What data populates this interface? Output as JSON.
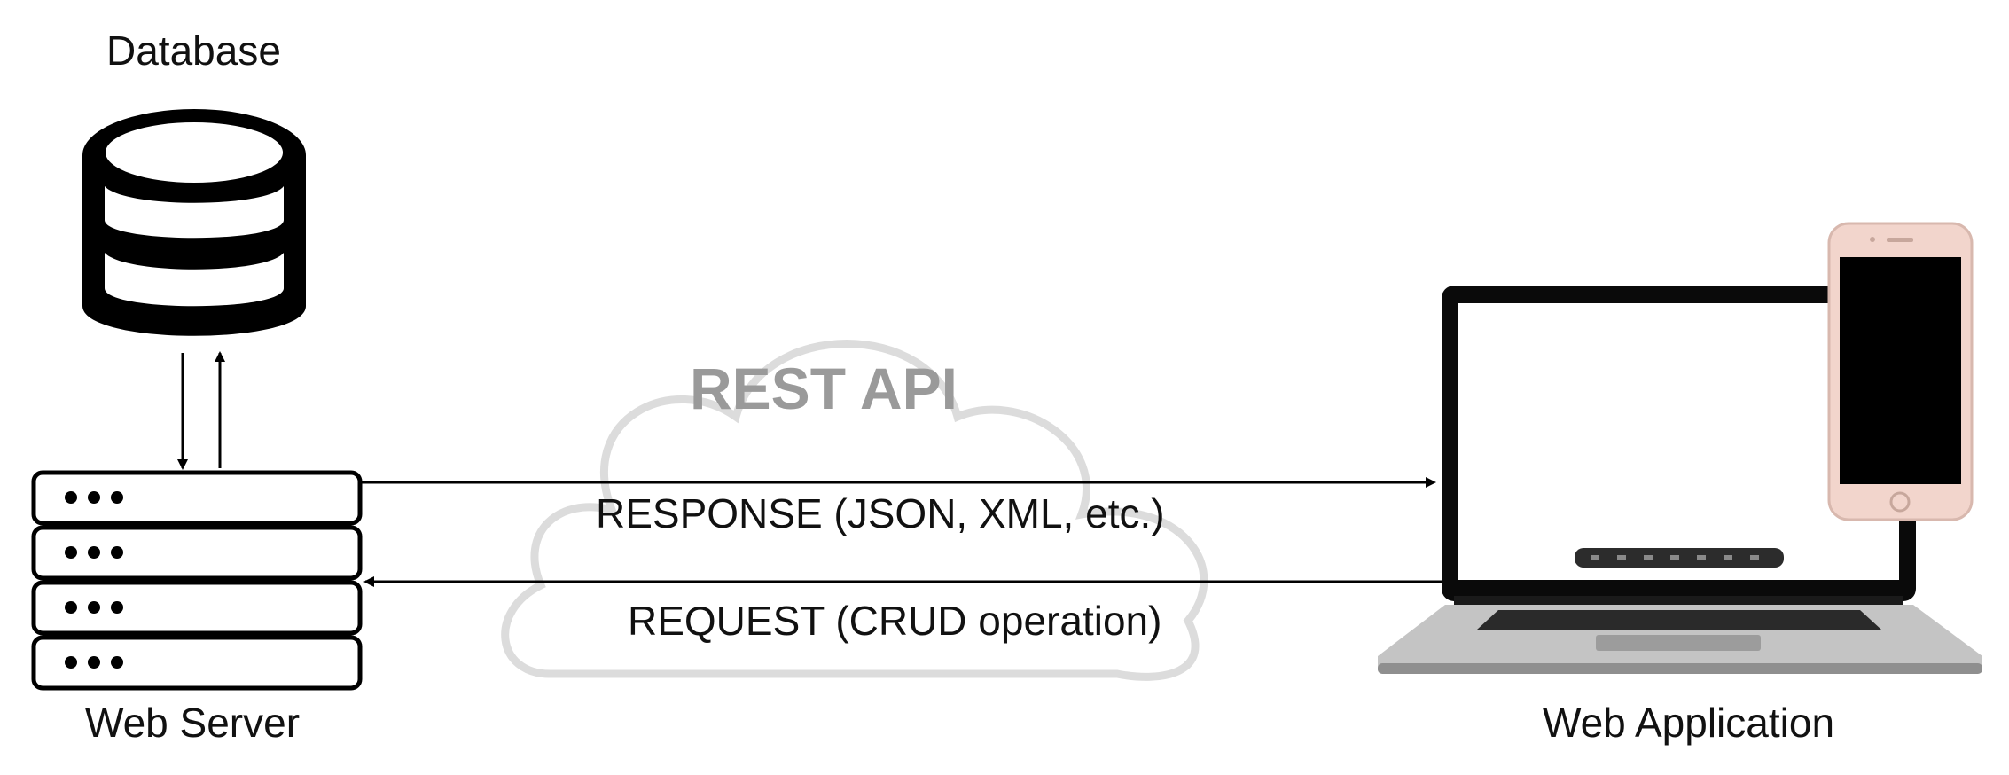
{
  "labels": {
    "database": "Database",
    "web_server": "Web Server",
    "web_application": "Web Application",
    "cloud_title": "REST API",
    "response": "RESPONSE (JSON, XML, etc.)",
    "request": "REQUEST (CRUD operation)"
  },
  "colors": {
    "ink": "#000000",
    "cloud_outline": "#d9d9d9",
    "cloud_text": "#9a9a9a",
    "laptop_body": "#b9b9b9",
    "phone_frame": "#f3d7cf"
  },
  "icons": {
    "database": "database-icon",
    "server": "server-stack-icon",
    "cloud": "cloud-icon",
    "laptop": "laptop-icon",
    "phone": "smartphone-icon"
  }
}
